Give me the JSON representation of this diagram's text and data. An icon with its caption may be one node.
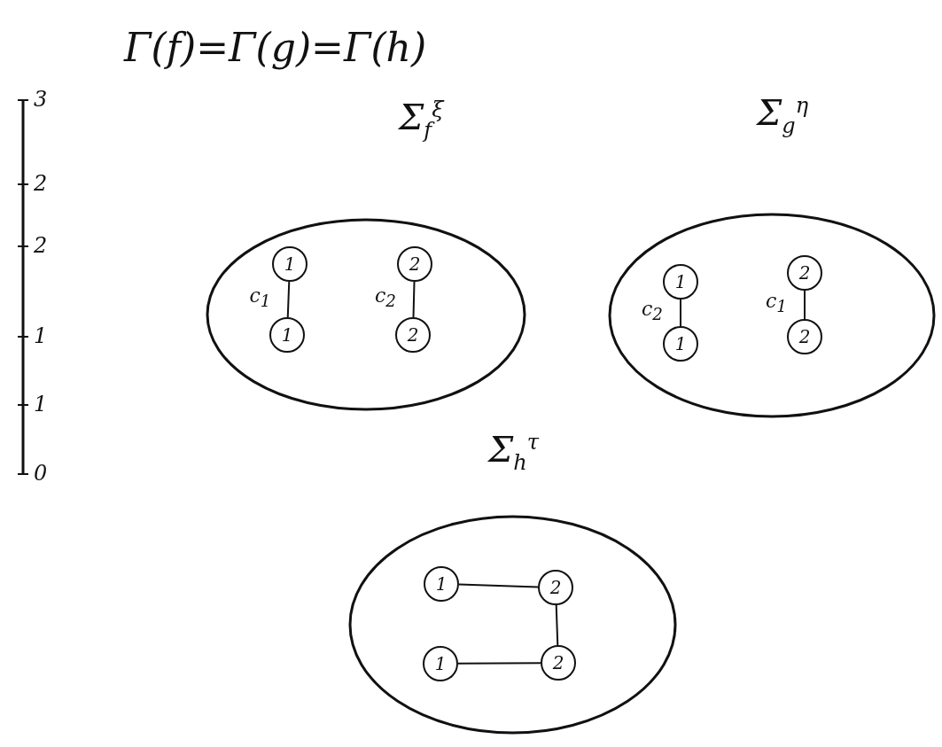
{
  "diagram": {
    "title": "Γ(f)=Γ(g)=Γ(h)",
    "nodes": [
      {
        "text": [
          "Σ$_{f}$$^{ξ}$"
        ]
      },
      {
        "text": [
          "1"
        ],
        "in": 0
      },
      {
        "text": [
          "1"
        ],
        "in": 0
      },
      {
        "text": [
          "2"
        ],
        "in": 0
      },
      {
        "text": [
          "2"
        ],
        "in": 0
      },
      {
        "text": [
          "Σ$_{g}$$^{η}$"
        ]
      },
      {
        "text": [
          "1"
        ],
        "in": 5
      },
      {
        "text": [
          "1"
        ],
        "in": 5
      },
      {
        "text": [
          "2"
        ],
        "in": 5
      },
      {
        "text": [
          "2"
        ],
        "in": 5
      },
      {
        "text": [
          "Σ$_{h}$$^{τ}$"
        ]
      },
      {
        "text": [
          "1"
        ],
        "in": 10
      },
      {
        "text": [
          "2"
        ],
        "in": 10
      },
      {
        "text": [
          "1"
        ],
        "in": 10
      },
      {
        "text": [
          "2"
        ],
        "in": 10
      }
    ],
    "edges": [
      {
        "from": 1,
        "to": 2,
        "arrow": "none",
        "label": "c$_{1}$"
      },
      {
        "from": 3,
        "to": 4,
        "arrow": "none",
        "label": "c$_{2}$"
      },
      {
        "from": 6,
        "to": 7,
        "arrow": "none",
        "label": "c$_{2}$"
      },
      {
        "from": 8,
        "to": 9,
        "arrow": "none",
        "label": "c$_{1}$"
      },
      {
        "from": 11,
        "to": 12,
        "arrow": "none"
      },
      {
        "from": 12,
        "to": 14,
        "arrow": "none"
      },
      {
        "from": 13,
        "to": 14,
        "arrow": "none"
      }
    ],
    "labels": [
      "3",
      "2",
      "2",
      "1",
      "1",
      "0"
    ]
  }
}
